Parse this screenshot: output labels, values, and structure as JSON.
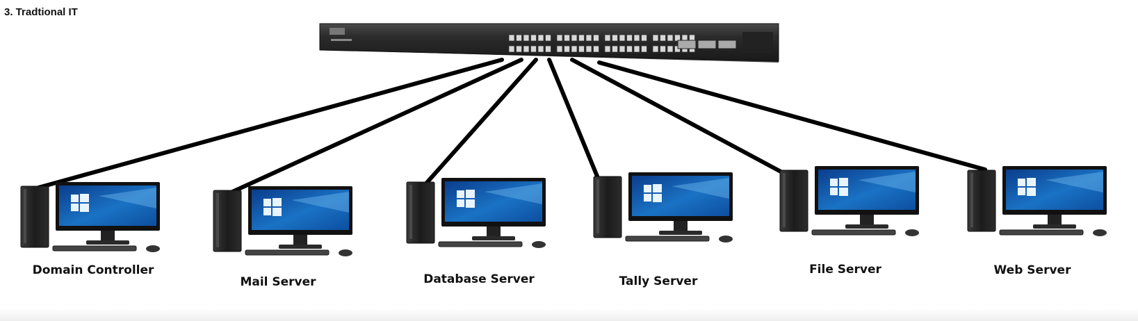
{
  "title": "3. Tradtional IT",
  "switch": {
    "name": "network-switch"
  },
  "nodes": [
    {
      "id": "domain-controller",
      "label": "Domain Controller"
    },
    {
      "id": "mail-server",
      "label": "Mail Server"
    },
    {
      "id": "database-server",
      "label": "Database Server"
    },
    {
      "id": "tally-server",
      "label": "Tally Server"
    },
    {
      "id": "file-server",
      "label": "File Server"
    },
    {
      "id": "web-server",
      "label": "Web Server"
    }
  ],
  "colors": {
    "link": "#000000",
    "screen": "#1a72c4",
    "tower": "#1c1c1c",
    "switch_body": "#2b2b2b"
  }
}
